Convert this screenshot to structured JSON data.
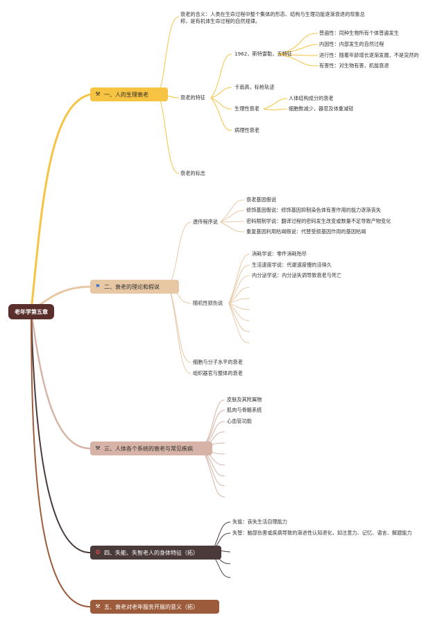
{
  "root": "老年学第五章",
  "colors": {
    "root": "#5a2e2a",
    "branch1": "#f6c342",
    "branch2": "#e8c8a4",
    "branch3": "#d6b3a6",
    "branch4": "#4a3a3a",
    "branch5": "#9c5b3a"
  },
  "branches": [
    {
      "label": "一、人的生理衰老",
      "icon": "tools-icon",
      "children": {
        "meaning": "衰老的含义：人类在生命过程中整个集体的形态、结构与生理功能逐渐衰退的现象总称，是有机体生命过程的自然规律。",
        "features": "衰老的特征",
        "strehler": "1962，斯特雷勒，五特征",
        "strehler_items": [
          "普遍性：同种生物所有个体普遍发生",
          "内因性：内部发生的自然过程",
          "进行性：随着年龄增长逐渐发展，不是突然的",
          "有害性：对生物有害，机能衰退"
        ],
        "kanan": "卡南高，标枪轨迹",
        "physio": "生理性衰老",
        "physio_items": [
          "人体结构成分的衰老",
          "细胞数减少，器官及体重减轻"
        ],
        "patho": "病理性衰老",
        "signs": "衰老的标志"
      }
    },
    {
      "label": "二、衰老的理论和假说",
      "icon": "flag-icon",
      "children": {
        "genetic": "遗传程序说",
        "genetic_items": [
          "衰老基因假说",
          "修饰基因假说：修饰基因抑制染色体有害作用的能力逐渐丧失",
          "密码限制学说：翻译过程的密码发生改变或数量不足导致产物变化",
          "重复基因利用枯竭假说：代替受损基因作用的基因枯竭"
        ],
        "random": "随机性损伤说",
        "random_items": [
          "消耗学说：零件消耗殆尽",
          "生活速度学说：代谢速度慢的活得久",
          "内分泌学说：内分泌失调导致衰老与死亡"
        ],
        "cell": "细胞与分子水平的衰老",
        "organ": "组织器官与整体的衰老"
      }
    },
    {
      "label": "三、人体各个系统的衰老与常见疾病",
      "icon": "tools-icon",
      "children": {
        "items": [
          "皮肤及其附属物",
          "肌肉与骨骼系统",
          "心血管功能"
        ]
      }
    },
    {
      "label": "四、失能、失智老人的身体特征（拓）",
      "icon": "star-icon",
      "children": {
        "items": [
          "失能：丧失生活自理能力",
          "失智：脑部伤害或疾病导致的渐进性认知退化，如注意力、记忆、语言、解题能力"
        ]
      }
    },
    {
      "label": "五、衰老对老年服务开展的意义（拓）",
      "icon": "tools-icon"
    }
  ]
}
